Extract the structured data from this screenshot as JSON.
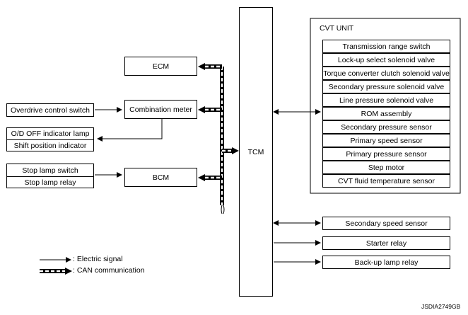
{
  "ecm": "ECM",
  "combination_meter": "Combination meter",
  "bcm": "BCM",
  "tcm": "TCM",
  "overdrive_switch": "Overdrive control switch",
  "od_off_lamp": "O/D OFF indicator lamp",
  "shift_position_indicator": "Shift position indicator",
  "stop_lamp_switch": "Stop lamp switch",
  "stop_lamp_relay": "Stop lamp relay",
  "cvt_unit": {
    "title": "CVT UNIT",
    "items": [
      "Transmission range switch",
      "Lock-up select solenoid valve",
      "Torque converter clutch solenoid valve",
      "Secondary pressure solenoid valve",
      "Line pressure solenoid valve",
      "ROM assembly",
      "Secondary pressure sensor",
      "Primary speed sensor",
      "Primary pressure sensor",
      "Step motor",
      "CVT fluid temperature sensor"
    ]
  },
  "secondary_speed_sensor": "Secondary speed sensor",
  "starter_relay": "Starter relay",
  "backup_lamp_relay": "Back-up lamp relay",
  "legend": {
    "electric": ": Electric signal",
    "can": ": CAN communication"
  },
  "figure_code": "JSDIA2749GB"
}
